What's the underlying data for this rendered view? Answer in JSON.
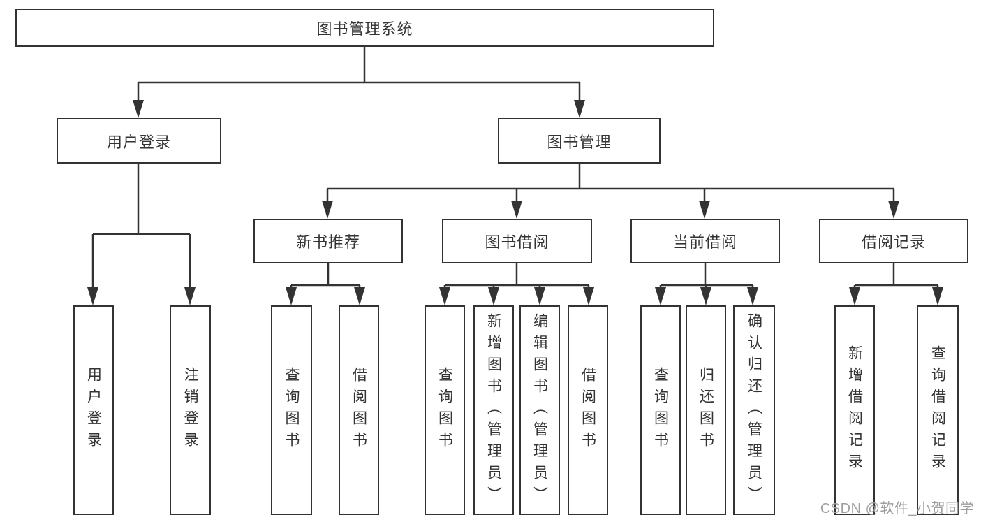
{
  "colors": {
    "line": "#333333",
    "node_fill": "#ffffff",
    "text": "#333333",
    "watermark_text": "#9e9e9e"
  },
  "root": {
    "label": "图书管理系统"
  },
  "level2": [
    {
      "label": "用户登录"
    },
    {
      "label": "图书管理"
    }
  ],
  "level3": [
    {
      "label": "新书推荐"
    },
    {
      "label": "图书借阅"
    },
    {
      "label": "当前借阅"
    },
    {
      "label": "借阅记录"
    }
  ],
  "leaves": {
    "login": [
      "用户登录",
      "注销登录"
    ],
    "recommend": [
      "查询图书",
      "借阅图书"
    ],
    "borrow": [
      "查询图书",
      "新增图书（管理员）",
      "编辑图书（管理员）",
      "借阅图书"
    ],
    "current": [
      "查询图书",
      "归还图书",
      "确认归还（管理员）"
    ],
    "records": [
      "新增借阅记录",
      "查询借阅记录"
    ]
  },
  "watermark": "CSDN @软件_小贺同学"
}
